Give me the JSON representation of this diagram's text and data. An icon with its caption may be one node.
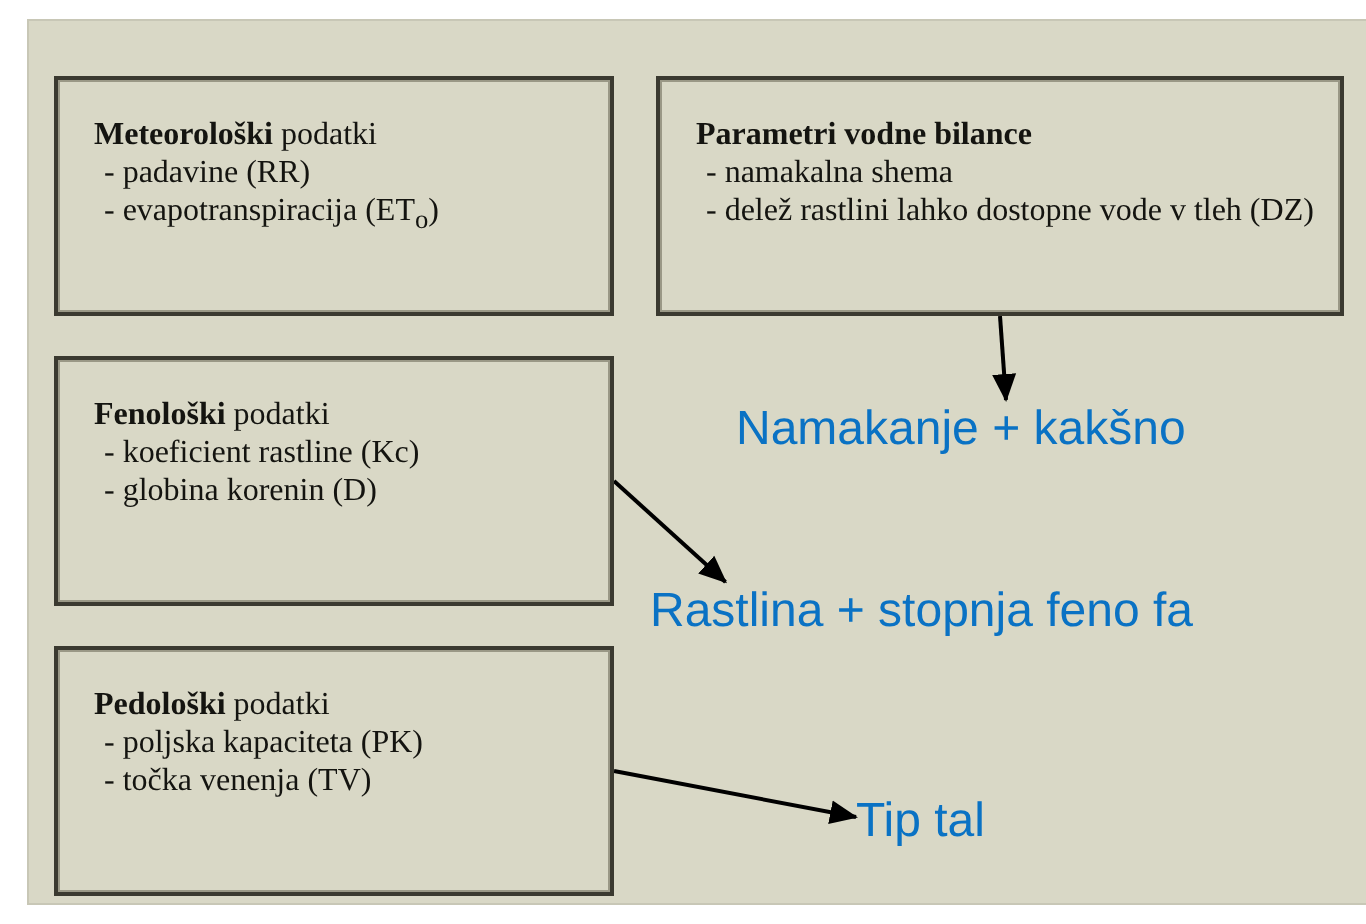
{
  "diagram": {
    "nodes": [
      {
        "text": [
          "**Meteorološki** podatki",
          "- padavine (RR)",
          "- evapotranspiracija (ET$_{o}$)"
        ]
      },
      {
        "text": [
          "**Parametri vodne bilance**",
          "- namakalna shema",
          "- delež rastlini lahko dostopne vode v tleh (DZ)"
        ]
      },
      {
        "text": [
          "**Fenološki** podatki",
          "- koeficient rastline (Kc)",
          "- globina korenin (D)"
        ]
      },
      {
        "text": [
          "Namakanje + kakšno"
        ]
      },
      {
        "text": [
          "Rastlina + stopnja feno fa"
        ]
      },
      {
        "text": [
          "**Pedološki** podatki",
          "- poljska kapaciteta (PK)",
          "- točka venenja (TV)"
        ]
      },
      {
        "text": [
          "Tip tal"
        ]
      }
    ],
    "edges": [
      {
        "from": 1,
        "to": 3,
        "arrow": "to"
      },
      {
        "from": 2,
        "to": 4,
        "arrow": "to"
      },
      {
        "from": 5,
        "to": 6,
        "arrow": "to"
      }
    ]
  }
}
